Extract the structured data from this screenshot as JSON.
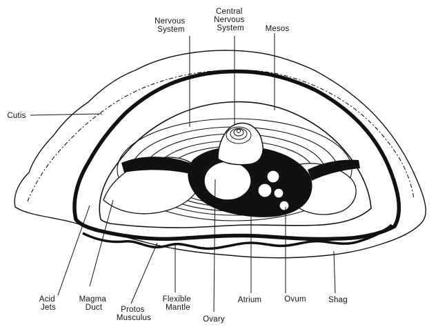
{
  "labels": {
    "nervous_system": [
      "Nervous",
      "System"
    ],
    "central_nervous_system": [
      "Central",
      "Nervous",
      "System"
    ],
    "mesos": [
      "Mesos"
    ],
    "cutis": [
      "Cutis"
    ],
    "acid_jets": [
      "Acid",
      "Jets"
    ],
    "magma_duct": [
      "Magma",
      "Duct"
    ],
    "protos_musculus": [
      "Protos",
      "Musculus"
    ],
    "flexible_mantle": [
      "Flexible",
      "Mantle"
    ],
    "ovary": [
      "Ovary"
    ],
    "atrium": [
      "Atrium"
    ],
    "ovum": [
      "Ovum"
    ],
    "shag": [
      "Shag"
    ]
  }
}
